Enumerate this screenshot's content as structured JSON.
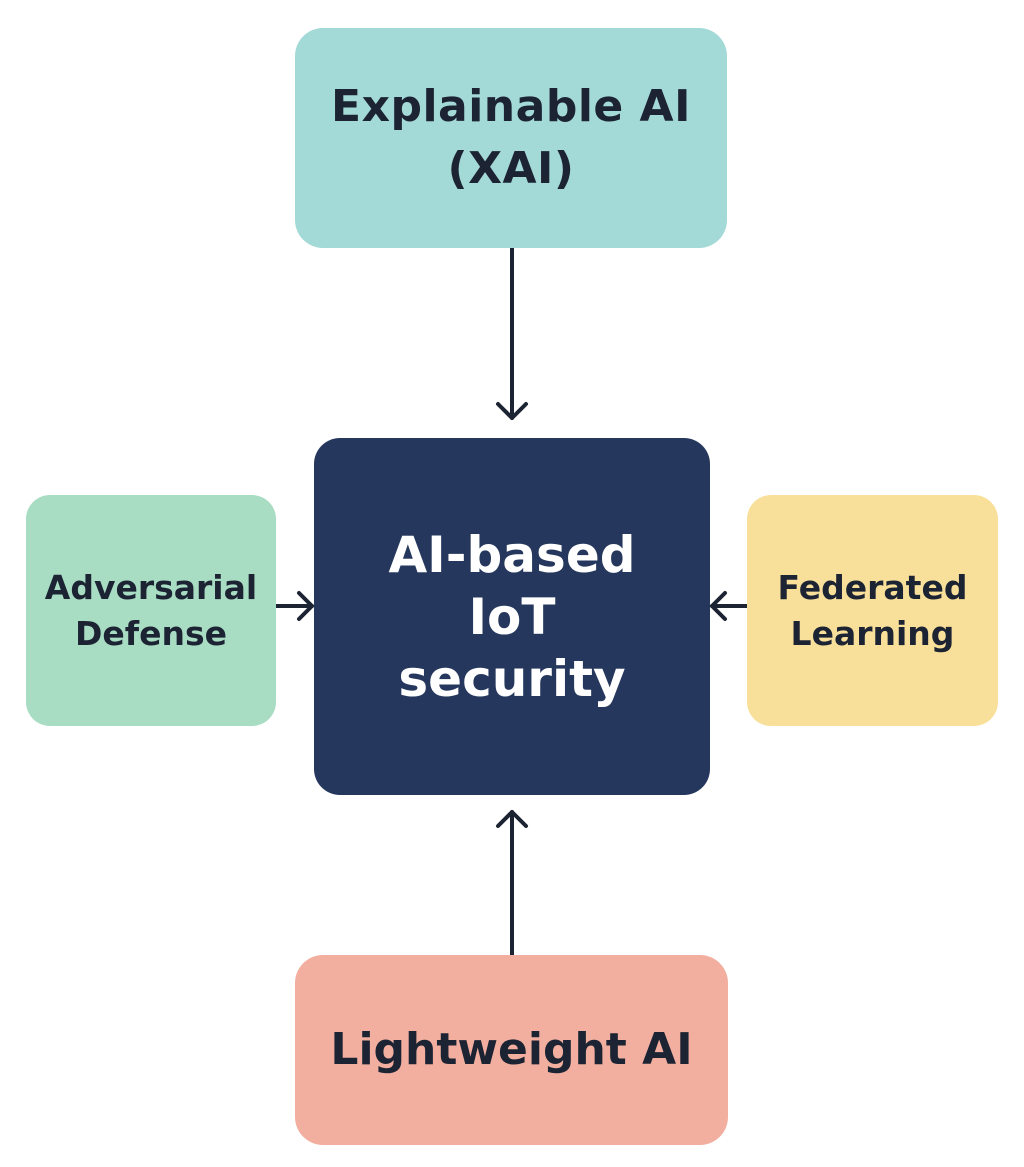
{
  "diagram": {
    "center": {
      "lines": [
        "AI-based",
        "IoT",
        "security"
      ],
      "color": "#25375c",
      "text_color": "#ffffff"
    },
    "nodes": {
      "top": {
        "lines": [
          "Explainable AI",
          "(XAI)"
        ],
        "color": "#a3d9d6",
        "arrow_to": "center"
      },
      "left": {
        "lines": [
          "Adversarial",
          "Defense"
        ],
        "color": "#a8dcc3",
        "arrow_to": "center"
      },
      "right": {
        "lines": [
          "Federated",
          "Learning"
        ],
        "color": "#f9e09a",
        "arrow_to": "center"
      },
      "bottom": {
        "lines": [
          "Lightweight AI"
        ],
        "color": "#f2afa0",
        "arrow_to": "center"
      }
    },
    "text_color": "#1c2333",
    "arrow_color": "#1c2333"
  }
}
